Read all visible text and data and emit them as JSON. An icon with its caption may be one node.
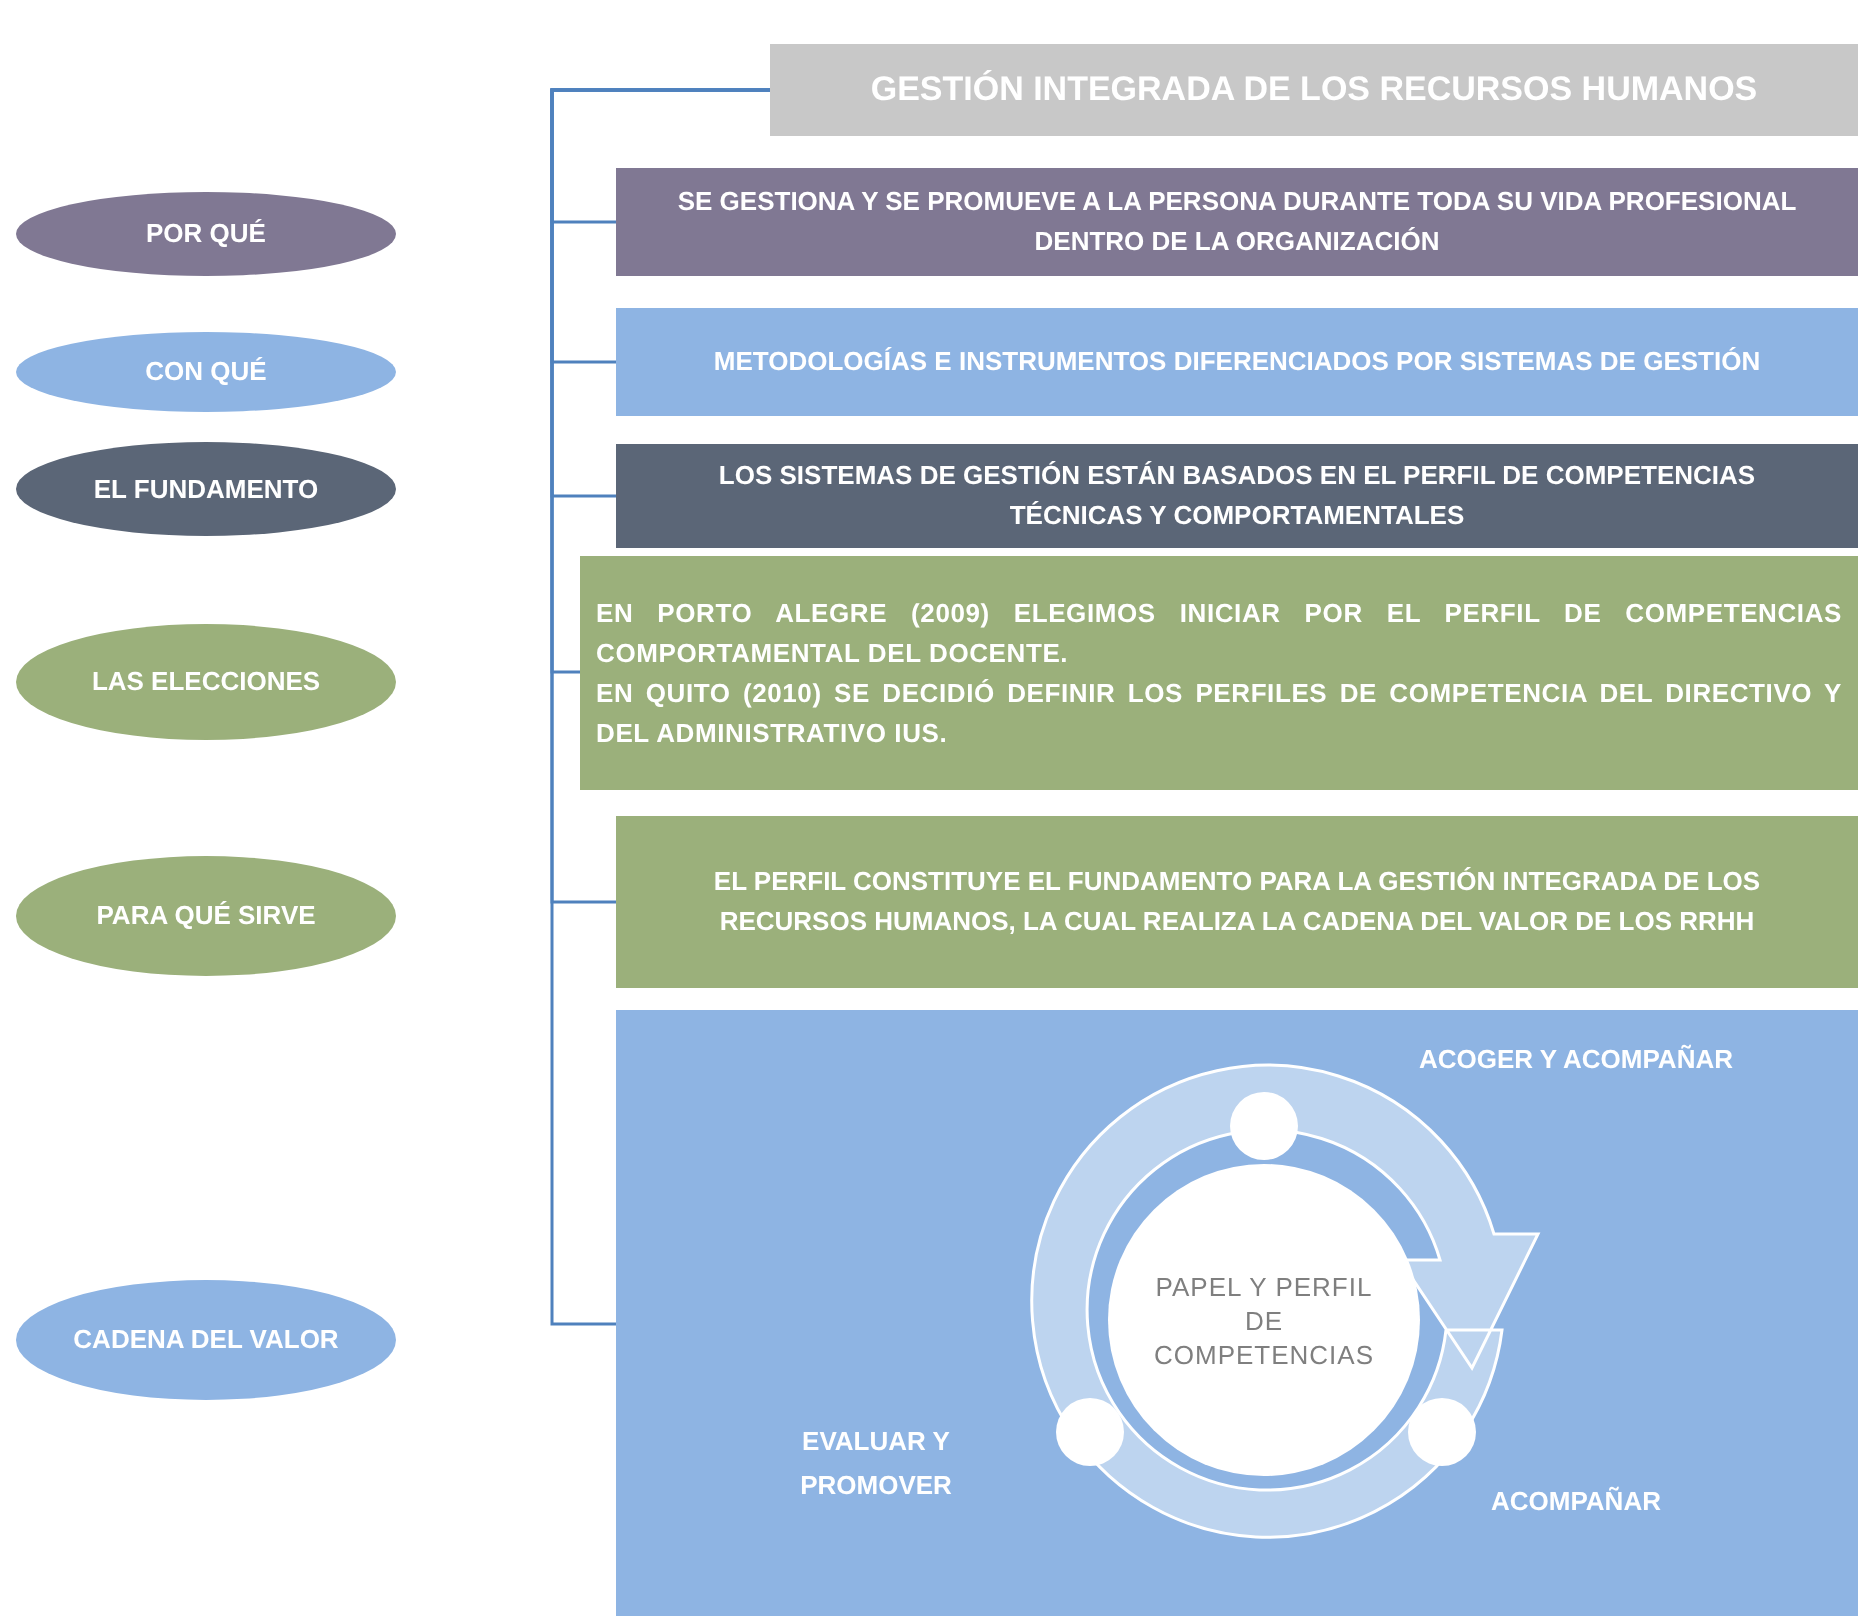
{
  "diagram": {
    "nodes": [
      {
        "text": [
          "GESTIÓN INTEGRADA DE LOS RECURSOS HUMANOS"
        ]
      },
      {
        "text": [
          "POR QUÉ"
        ]
      },
      {
        "text": [
          "SE GESTIONA Y SE PROMUEVE A LA PERSONA DURANTE TODA SU VIDA PROFESIONAL DENTRO DE LA ORGANIZACIÓN"
        ]
      },
      {
        "text": [
          "CON QUÉ"
        ]
      },
      {
        "text": [
          "METODOLOGÍAS E INSTRUMENTOS DIFERENCIADOS POR SISTEMAS DE GESTIÓN"
        ]
      },
      {
        "text": [
          "EL FUNDAMENTO"
        ]
      },
      {
        "text": [
          "LOS SISTEMAS DE GESTIÓN ESTÁN BASADOS EN EL PERFIL DE COMPETENCIAS TÉCNICAS Y COMPORTAMENTALES"
        ]
      },
      {
        "text": [
          "LAS ELECCIONES"
        ]
      },
      {
        "text": [
          "EN PORTO ALEGRE (2009) ELEGIMOS INICIAR POR EL PERFIL DE COMPETENCIAS COMPORTAMENTAL DEL DOCENTE.",
          "EN QUITO (2010) SE DECIDIÓ DEFINIR LOS PERFILES DE COMPETENCIA DEL DIRECTIVO Y DEL ADMINISTRATIVO IUS."
        ]
      },
      {
        "text": [
          "PARA QUÉ SIRVE"
        ]
      },
      {
        "text": [
          "EL PERFIL CONSTITUYE EL FUNDAMENTO PARA LA GESTIÓN INTEGRADA DE LOS RECURSOS HUMANOS, LA CUAL REALIZA LA CADENA DEL VALOR DE LOS RRHH"
        ]
      },
      {
        "text": [
          "CADENA DEL VALOR"
        ]
      },
      {
        "text": [],
        "shape": "box"
      },
      {
        "text": [
          "PAPEL Y PERFIL DE COMPETENCIAS"
        ],
        "in": 12
      }
    ],
    "edges": [
      {
        "from": 0,
        "to": 2,
        "arrow": "none"
      },
      {
        "from": 0,
        "to": 4,
        "arrow": "none"
      },
      {
        "from": 0,
        "to": 6,
        "arrow": "none"
      },
      {
        "from": 0,
        "to": 8,
        "arrow": "none"
      },
      {
        "from": 0,
        "to": 10,
        "arrow": "none"
      },
      {
        "from": 0,
        "to": 12,
        "arrow": "none"
      }
    ],
    "labels": [
      "ACOGER Y ACOMPAÑAR",
      "EVALUAR Y PROMOVER",
      "ACOMPAÑAR"
    ]
  }
}
